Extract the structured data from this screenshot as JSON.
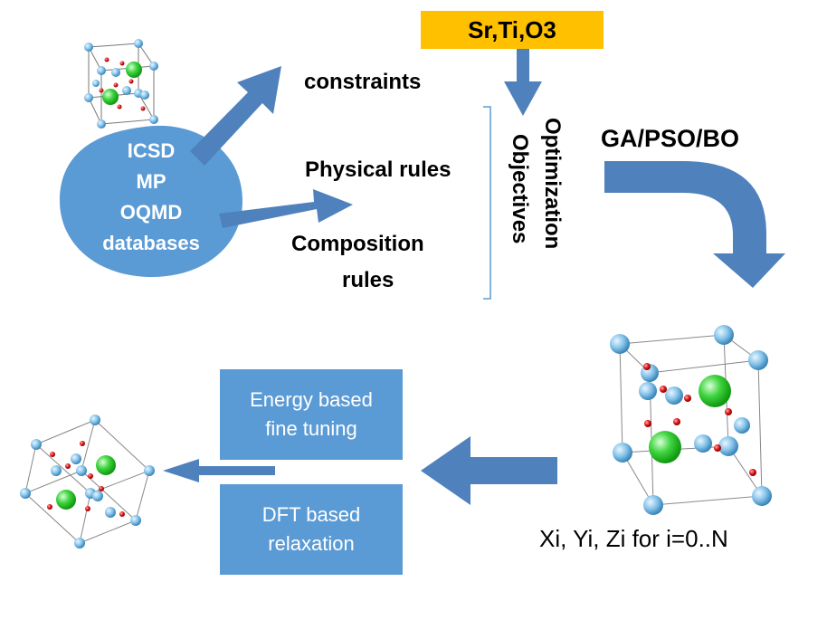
{
  "formula": "Sr,Ti,O3",
  "databases": [
    "ICSD",
    "MP",
    "OQMD",
    "databases"
  ],
  "labels": {
    "constraints": "constraints",
    "physical_rules": "Physical rules",
    "composition_rules_1": "Composition",
    "composition_rules_2": "rules",
    "optimization": "Optimization",
    "objectives": "Objectives",
    "algorithms": "GA/PSO/BO",
    "coordinates": "Xi, Yi, Zi for i=0..N"
  },
  "boxes": {
    "energy_1": "Energy based",
    "energy_2": "fine tuning",
    "dft_1": "DFT based",
    "dft_2": "relaxation"
  },
  "colors": {
    "arrow_blue": "#4f81bd",
    "box_blue": "#5b9bd5",
    "formula_yellow": "#ffc000",
    "atom_blue": "#7fbfe6",
    "atom_green": "#33cc33",
    "atom_red": "#dd1111"
  }
}
